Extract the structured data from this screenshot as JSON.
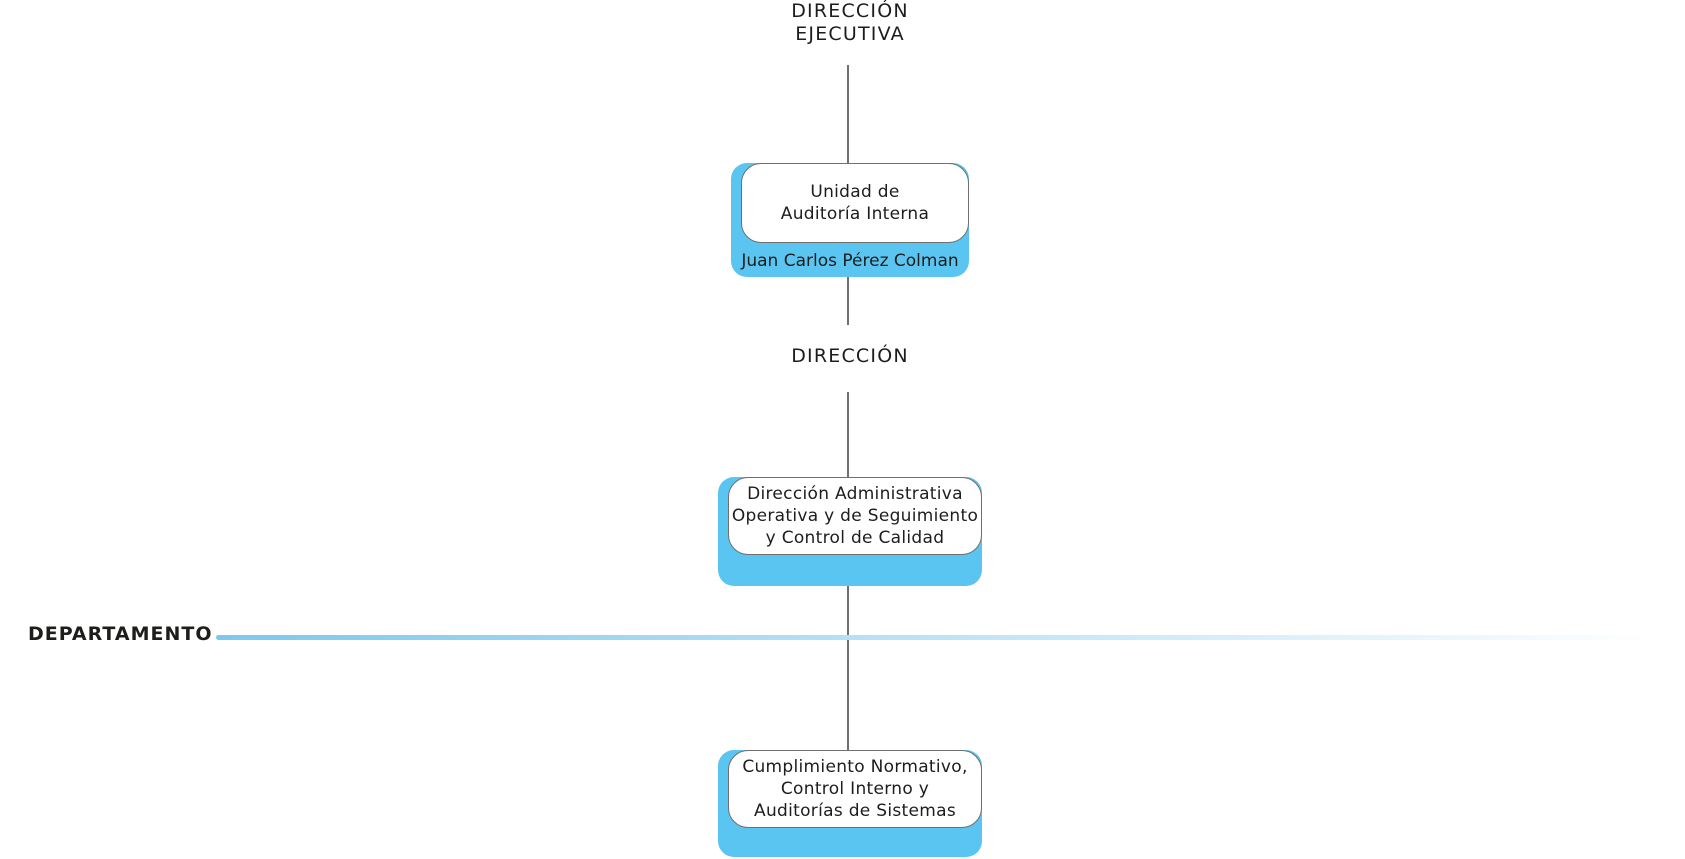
{
  "levels": {
    "executive": "DIRECCIÓN\nEJECUTIVA",
    "direction": "DIRECCIÓN",
    "department": "DEPARTAMENTO"
  },
  "nodes": {
    "audit_unit": {
      "title": "Unidad de\nAuditoría Interna",
      "holder": "Juan Carlos Pérez Colman"
    },
    "admin_direction": {
      "title": "Dirección Administrativa\nOperativa y de Seguimiento\ny Control de Calidad"
    },
    "compliance_dept": {
      "title": "Cumplimiento Normativo,\nControl Interno y\nAuditorías de Sistemas"
    }
  },
  "colors": {
    "accent_blue": "#5bc5f2",
    "connector_gray": "#6f6f6f",
    "text_dark": "#1d1d1b"
  }
}
